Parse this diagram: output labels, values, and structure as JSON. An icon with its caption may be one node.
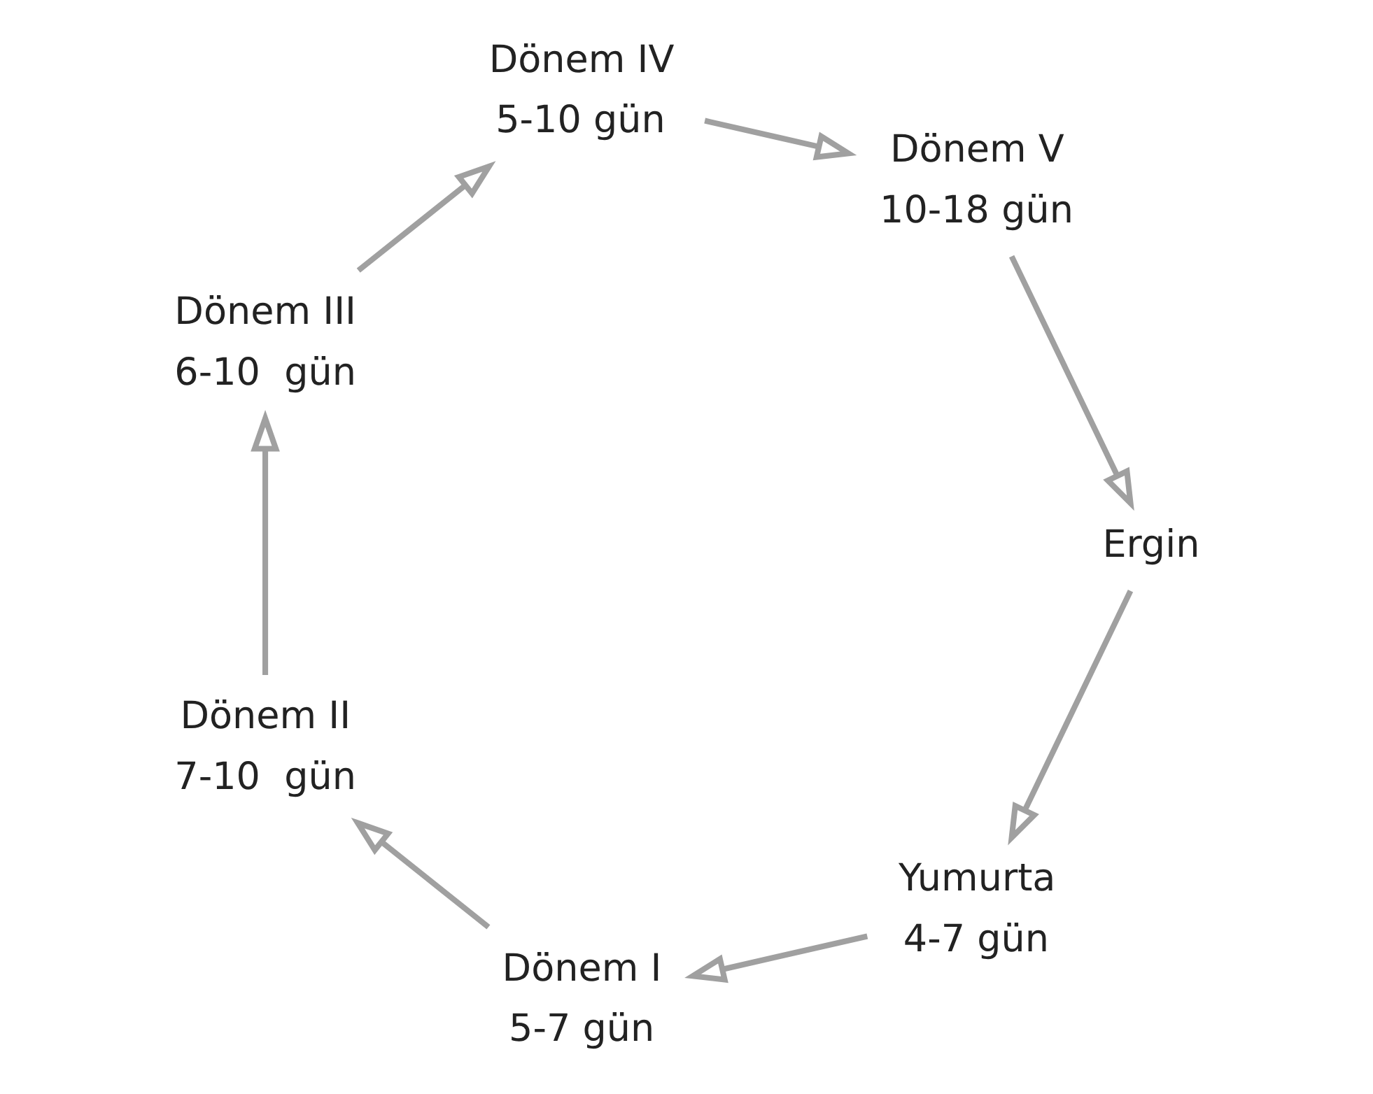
{
  "diagram": {
    "nodes": [
      {
        "text": [
          "Yumurta"
        ],
        "beside": [
          "4-7 gün"
        ]
      },
      {
        "text": [
          "Dönem I"
        ],
        "beside": [
          "5-7 gün"
        ]
      },
      {
        "text": [
          "Dönem II"
        ],
        "beside": [
          "7-10  gün"
        ]
      },
      {
        "text": [
          "Dönem III"
        ],
        "beside": [
          "6-10  gün"
        ]
      },
      {
        "text": [
          "Dönem IV"
        ],
        "beside": [
          "5-10 gün"
        ]
      },
      {
        "text": [
          "Dönem V"
        ],
        "beside": [
          "10-18 gün"
        ]
      },
      {
        "text": [
          "Ergin"
        ]
      }
    ],
    "edges": [
      {
        "from": 0,
        "to": 1,
        "arrow": "to"
      },
      {
        "from": 1,
        "to": 2,
        "arrow": "to"
      },
      {
        "from": 2,
        "to": 3,
        "arrow": "to"
      },
      {
        "from": 3,
        "to": 4,
        "arrow": "to"
      },
      {
        "from": 4,
        "to": 5,
        "arrow": "to"
      },
      {
        "from": 5,
        "to": 6,
        "arrow": "to"
      },
      {
        "from": 6,
        "to": 0,
        "arrow": "to"
      }
    ]
  }
}
